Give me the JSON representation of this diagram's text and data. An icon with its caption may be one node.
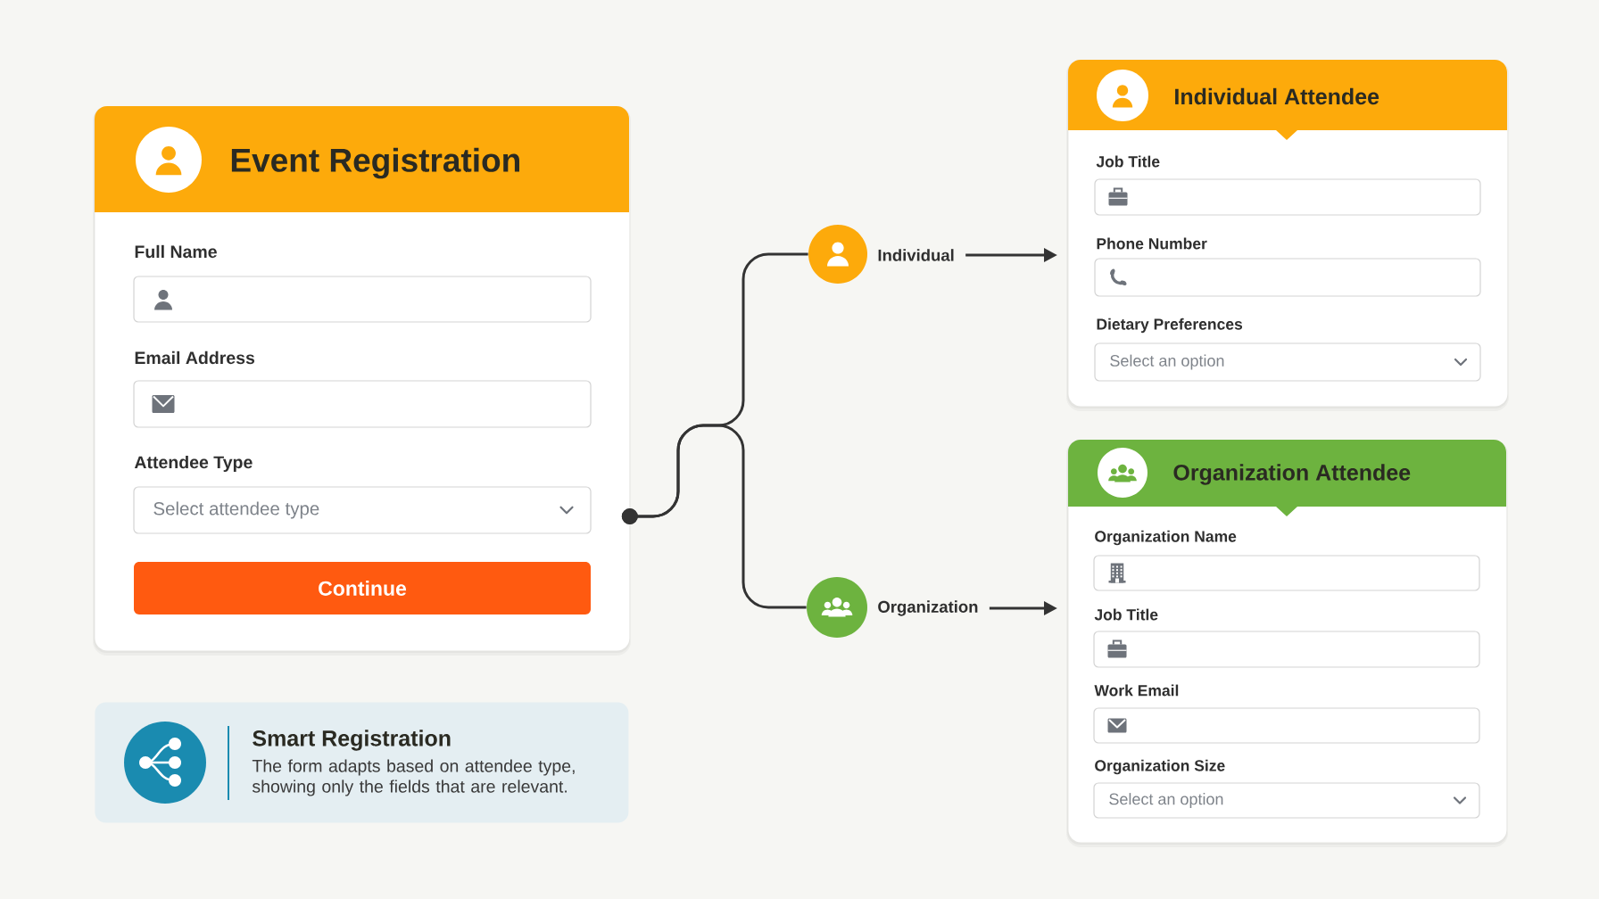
{
  "diagram": {
    "nodes": [
      {
        "text": [
          "Event Registration"
        ]
      },
      {
        "text": [
          "Full Name"
        ],
        "in": 0
      },
      {
        "text": [
          "Email Address"
        ],
        "in": 0
      },
      {
        "text": [
          "Attendee Type",
          "Select attendee type"
        ],
        "in": 0
      },
      {
        "text": [
          "Continue"
        ],
        "in": 0
      },
      {
        "text": [
          "Smart Registration",
          "The form adapts based on attendee type, showing only the fields that are relevant."
        ]
      },
      {
        "text": [],
        "shape": "circle"
      },
      {
        "text": [
          "Individual"
        ]
      },
      {
        "text": [],
        "shape": "circle"
      },
      {
        "text": [
          "Organization"
        ]
      },
      {
        "text": [
          "Individual Attendee"
        ]
      },
      {
        "text": [
          "Job Title"
        ],
        "in": 10
      },
      {
        "text": [
          "Phone Number"
        ],
        "in": 10
      },
      {
        "text": [
          "Dietary Preferences",
          "Select an option"
        ],
        "in": 10
      },
      {
        "text": [
          "Organization Attendee"
        ]
      },
      {
        "text": [
          "Organization Name"
        ],
        "in": 14
      },
      {
        "text": [
          "Job Title"
        ],
        "in": 14
      },
      {
        "text": [
          "Work Email"
        ],
        "in": 14
      },
      {
        "text": [
          "Organization Size",
          "Select an option"
        ],
        "in": 14
      }
    ],
    "edges": [
      {
        "from": 0,
        "to": 6,
        "arrow": "other"
      },
      {
        "from": 0,
        "to": 8,
        "arrow": "other"
      },
      {
        "from": 7,
        "to": 10,
        "arrow": "to"
      },
      {
        "from": 9,
        "to": 14,
        "arrow": "to"
      }
    ]
  }
}
